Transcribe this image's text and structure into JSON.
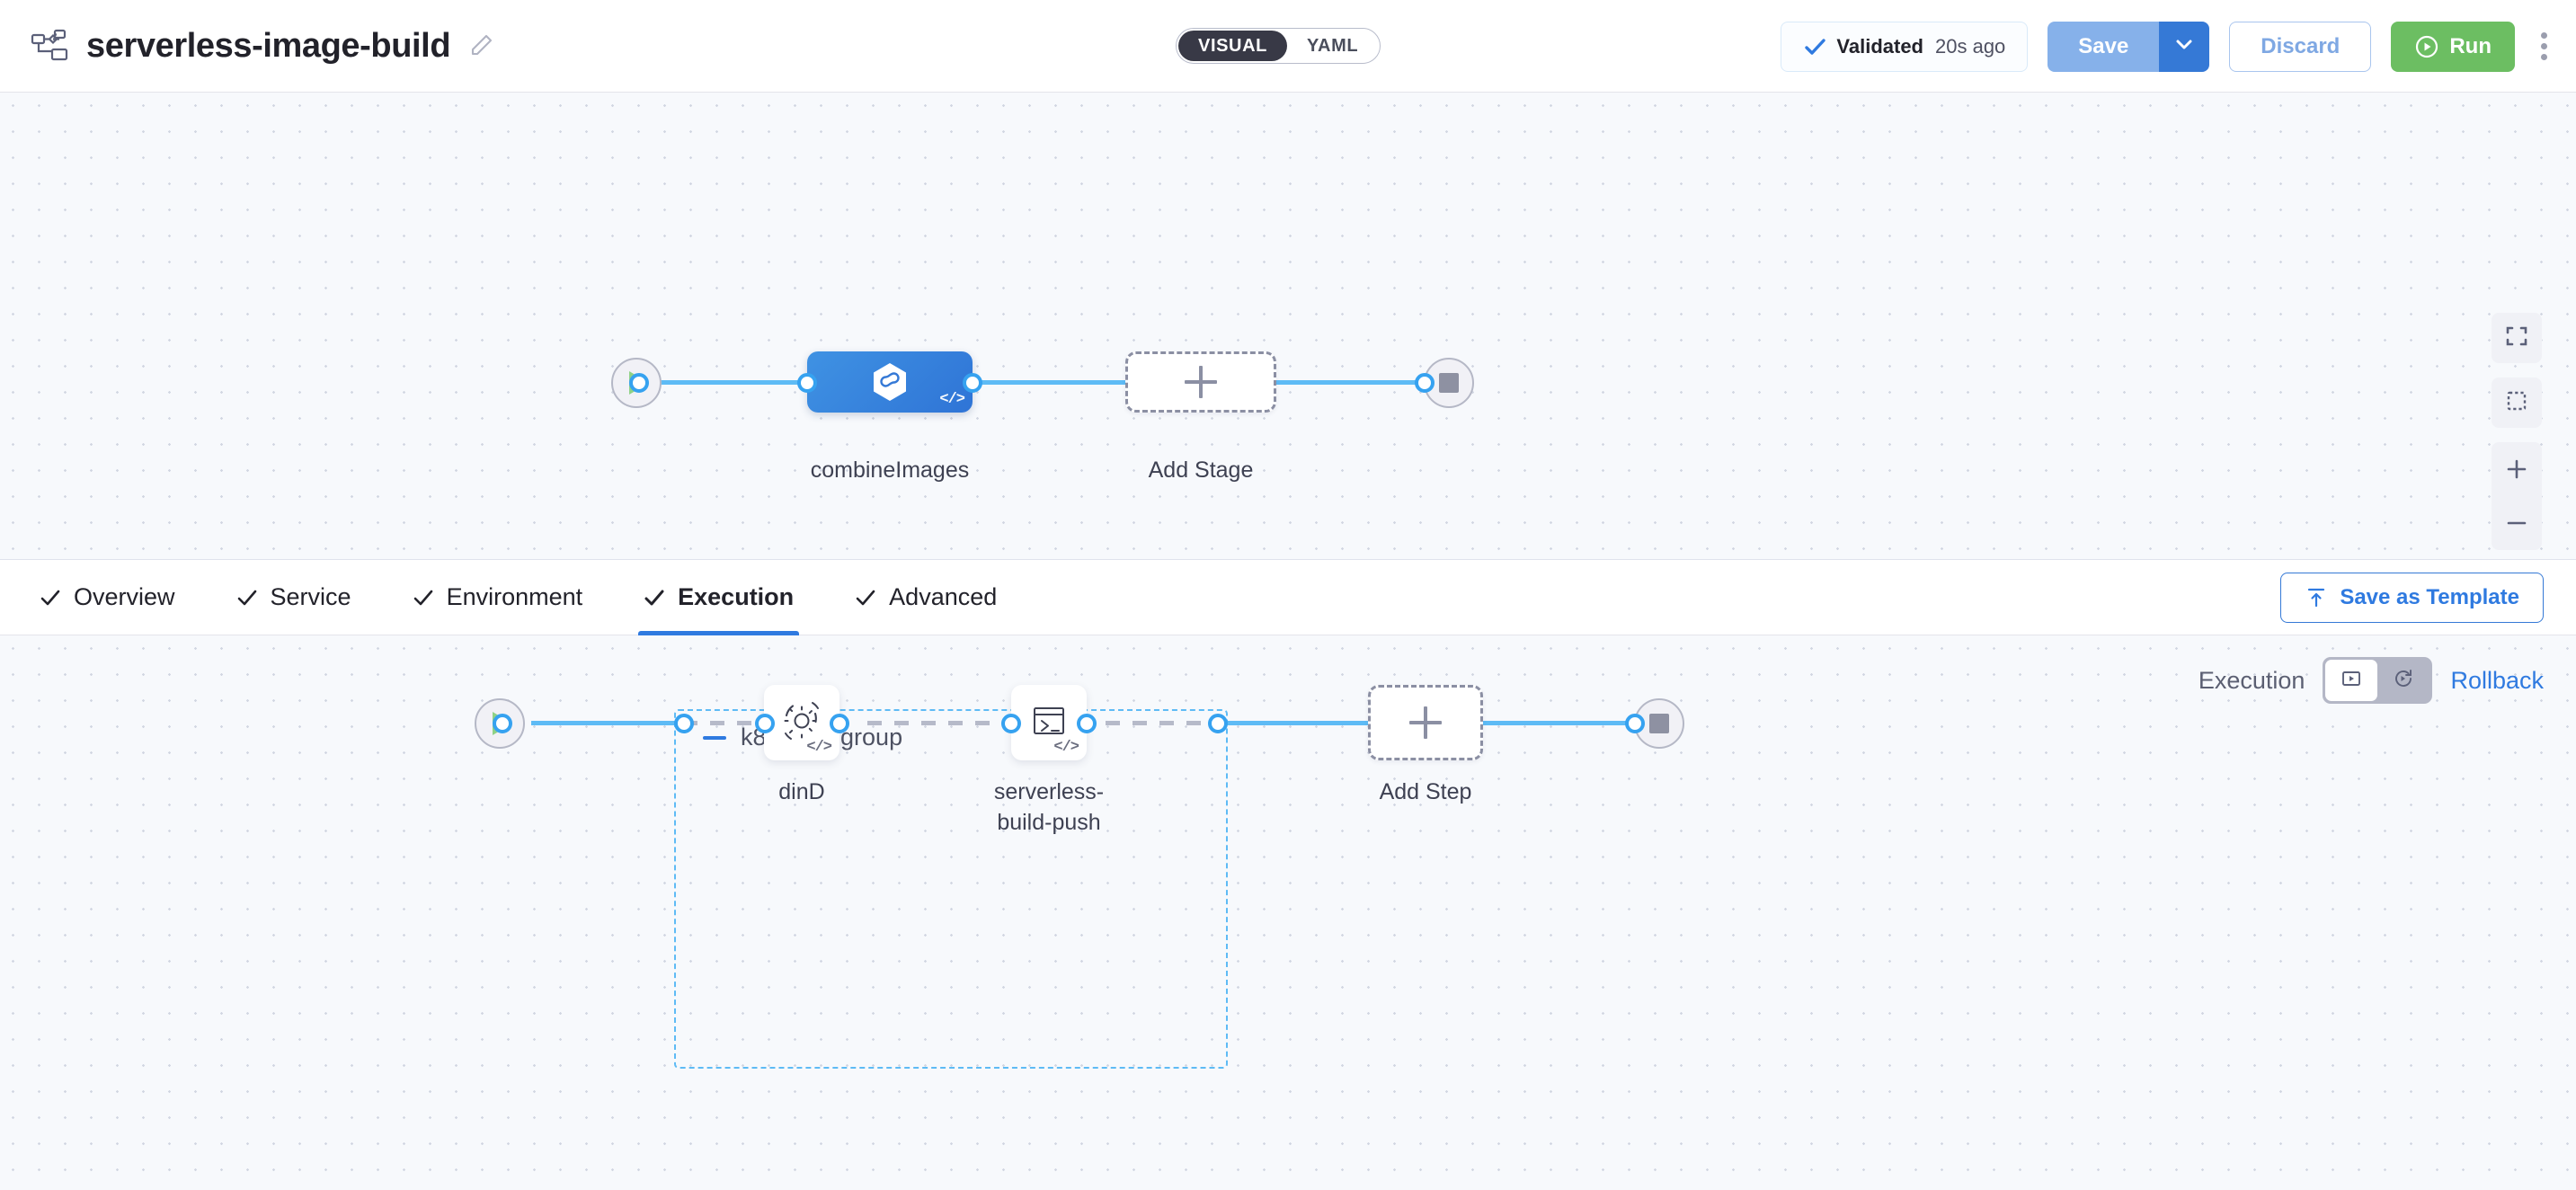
{
  "header": {
    "pipeline_icon": "pipeline-nodes-icon",
    "title": "serverless-image-build",
    "edit_icon": "pencil-edit-icon",
    "mode_toggle": {
      "options": [
        "VISUAL",
        "YAML"
      ],
      "selected": "VISUAL"
    },
    "validated": {
      "icon": "check-icon",
      "label": "Validated",
      "time": "20s ago"
    },
    "save": {
      "label": "Save",
      "caret_icon": "chevron-down-icon"
    },
    "discard": {
      "label": "Discard"
    },
    "run": {
      "label": "Run",
      "icon": "play-circle-icon"
    },
    "more_icon": "kebab-menu-icon"
  },
  "stage_canvas": {
    "start_node": {
      "icon": "play-icon"
    },
    "stages": [
      {
        "label": "combineImages",
        "icon": "harness-hexagon-icon",
        "badge": "</>",
        "selected": true
      }
    ],
    "add_stage": {
      "label": "Add Stage",
      "icon": "plus-icon"
    },
    "end_node": {
      "icon": "stop-icon"
    },
    "controls": [
      {
        "name": "fit-to-screen-icon"
      },
      {
        "name": "selection-box-icon"
      },
      {
        "name": "zoom-in-icon"
      },
      {
        "name": "zoom-out-icon"
      }
    ]
  },
  "tabs": [
    {
      "label": "Overview",
      "checked": true,
      "active": false
    },
    {
      "label": "Service",
      "checked": true,
      "active": false
    },
    {
      "label": "Environment",
      "checked": true,
      "active": false
    },
    {
      "label": "Execution",
      "checked": true,
      "active": true
    },
    {
      "label": "Advanced",
      "checked": true,
      "active": false
    }
  ],
  "save_as_template": {
    "label": "Save as Template",
    "icon": "template-upload-icon"
  },
  "execution_bar": {
    "label": "Execution",
    "switch": {
      "left_icon": "execution-play-box-icon",
      "right_icon": "rollback-rotate-icon",
      "selected": "left"
    },
    "rollback_label": "Rollback"
  },
  "step_canvas": {
    "start_node": {
      "icon": "play-icon"
    },
    "step_group": {
      "title": "k8s-step-group",
      "collapse_icon": "minus-collapse-icon",
      "steps": [
        {
          "label": "dinD",
          "icon": "gear-rotate-icon",
          "badge": "</>"
        },
        {
          "label": "serverless-\nbuild-push",
          "icon": "terminal-icon",
          "badge": "</>"
        }
      ]
    },
    "add_step": {
      "label": "Add Step",
      "icon": "plus-icon"
    },
    "end_node": {
      "icon": "stop-icon"
    }
  },
  "colors": {
    "accent_blue": "#2f7ae0",
    "edge_blue": "#5ebbf5",
    "run_green": "#6cbe62",
    "canvas_bg": "#f7f9fc",
    "stage_blue": "#3579d6"
  }
}
